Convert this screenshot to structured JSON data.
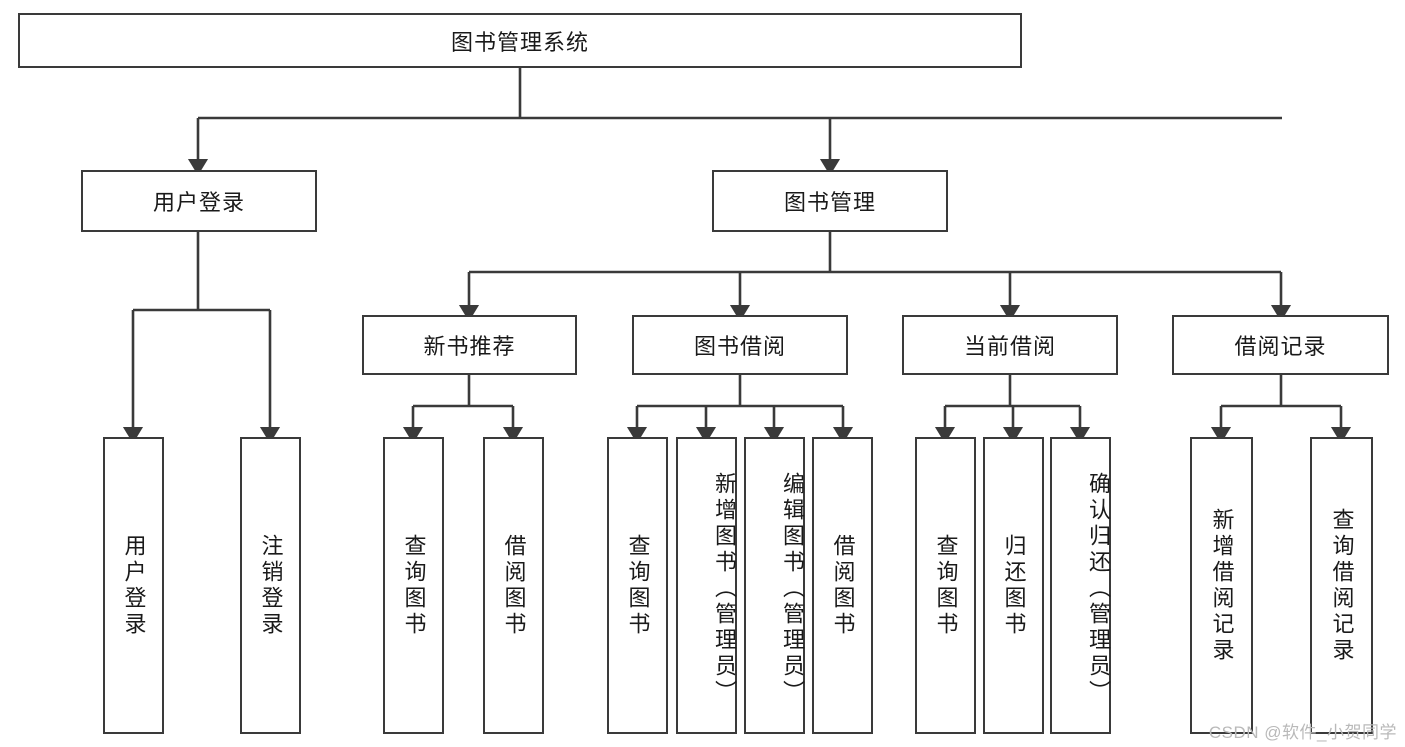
{
  "diagram": {
    "type": "hierarchy-tree",
    "title": "图书管理系统",
    "root": {
      "id": "root",
      "label": "图书管理系统",
      "orientation": "horizontal"
    },
    "level2": [
      {
        "id": "user-login",
        "label": "用户登录",
        "orientation": "horizontal"
      },
      {
        "id": "book-manage",
        "label": "图书管理",
        "orientation": "horizontal"
      }
    ],
    "level3": [
      {
        "id": "new-book-rec",
        "label": "新书推荐",
        "orientation": "horizontal"
      },
      {
        "id": "book-borrow",
        "label": "图书借阅",
        "orientation": "horizontal"
      },
      {
        "id": "current-borrow",
        "label": "当前借阅",
        "orientation": "horizontal"
      },
      {
        "id": "borrow-record",
        "label": "借阅记录",
        "orientation": "horizontal"
      }
    ],
    "leaves": [
      {
        "id": "leaf-user-login",
        "label": "用户登录",
        "parent": "user-login",
        "orientation": "vertical",
        "align": "center"
      },
      {
        "id": "leaf-user-logout",
        "label": "注销登录",
        "parent": "user-login",
        "orientation": "vertical",
        "align": "center"
      },
      {
        "id": "leaf-query-book-1",
        "label": "查询图书",
        "parent": "new-book-rec",
        "orientation": "vertical",
        "align": "center"
      },
      {
        "id": "leaf-borrow-book-1",
        "label": "借阅图书",
        "parent": "new-book-rec",
        "orientation": "vertical",
        "align": "center"
      },
      {
        "id": "leaf-query-book-2",
        "label": "查询图书",
        "parent": "book-borrow",
        "orientation": "vertical",
        "align": "center"
      },
      {
        "id": "leaf-add-book",
        "label": "新增图书（管理员）",
        "parent": "book-borrow",
        "orientation": "vertical",
        "align": "top"
      },
      {
        "id": "leaf-edit-book",
        "label": "编辑图书（管理员）",
        "parent": "book-borrow",
        "orientation": "vertical",
        "align": "top"
      },
      {
        "id": "leaf-borrow-book-2",
        "label": "借阅图书",
        "parent": "book-borrow",
        "orientation": "vertical",
        "align": "center"
      },
      {
        "id": "leaf-query-book-3",
        "label": "查询图书",
        "parent": "current-borrow",
        "orientation": "vertical",
        "align": "center"
      },
      {
        "id": "leaf-return-book",
        "label": "归还图书",
        "parent": "current-borrow",
        "orientation": "vertical",
        "align": "center"
      },
      {
        "id": "leaf-confirm-return",
        "label": "确认归还（管理员）",
        "parent": "current-borrow",
        "orientation": "vertical",
        "align": "top"
      },
      {
        "id": "leaf-add-record",
        "label": "新增借阅记录",
        "parent": "borrow-record",
        "orientation": "vertical",
        "align": "center"
      },
      {
        "id": "leaf-query-record",
        "label": "查询借阅记录",
        "parent": "borrow-record",
        "orientation": "vertical",
        "align": "center"
      }
    ],
    "colors": {
      "stroke": "#3a3a3a",
      "box_fill": "#ffffff",
      "text": "#1a1a1a",
      "watermark": "#b9b9b9",
      "background": "#ffffff"
    }
  },
  "watermark": {
    "text": "CSDN @软件_小贺同学"
  }
}
